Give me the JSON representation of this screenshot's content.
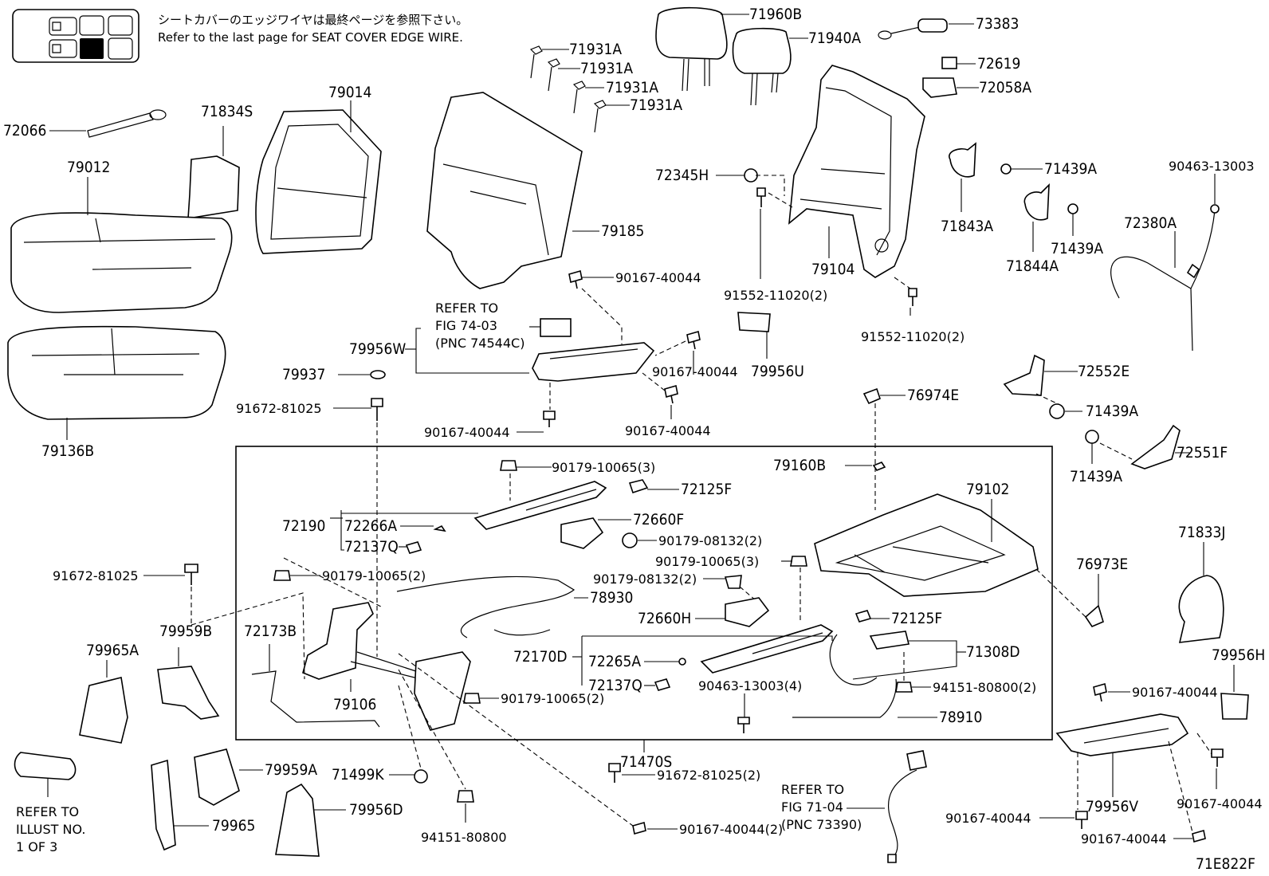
{
  "header": {
    "note_ja": "シートカバーのエッジワイヤは最終ページを参照下さい。",
    "note_en": "Refer to the last page for SEAT COVER EDGE WIRE."
  },
  "labels": {
    "l71960B": "71960B",
    "l71940A": "71940A",
    "l73383": "73383",
    "l72619": "72619",
    "l72058A": "72058A",
    "l71931A_1": "71931A",
    "l71931A_2": "71931A",
    "l71931A_3": "71931A",
    "l71931A_4": "71931A",
    "l79014": "79014",
    "l71834S": "71834S",
    "l72066": "72066",
    "l79012": "79012",
    "l79185": "79185",
    "l72345H": "72345H",
    "l71439A_1": "71439A",
    "l71843A": "71843A",
    "l71439A_2": "71439A",
    "l71844A": "71844A",
    "l90463_13003": "90463-13003",
    "l72380A": "72380A",
    "l79104": "79104",
    "l91552_1": "91552-11020(2)",
    "l91552_2": "91552-11020(2)",
    "l90167_a": "90167-40044",
    "l90167_b": "90167-40044",
    "l90167_c": "90167-40044",
    "l90167_d": "90167-40044",
    "l79956W": "79956W",
    "l79937": "79937",
    "l91672_a": "91672-81025",
    "l79136B": "79136B",
    "l79956U": "79956U",
    "l72552E": "72552E",
    "l76974E": "76974E",
    "l71439A_3": "71439A",
    "l71439A_4": "71439A",
    "l72551F": "72551F",
    "l90179_10065_3a": "90179-10065(3)",
    "l72125F_a": "72125F",
    "l79160B": "79160B",
    "l79102": "79102",
    "l72190": "72190",
    "l72266A": "72266A",
    "l72137Q_a": "72137Q",
    "l72660F": "72660F",
    "l90179_08132_a": "90179-08132(2)",
    "l90179_10065_3b": "90179-10065(3)",
    "l91672_b": "91672-81025",
    "l90179_10065_2a": "90179-10065(2)",
    "l90179_08132_b": "90179-08132(2)",
    "l78930": "78930",
    "l72660H": "72660H",
    "l72125F_b": "72125F",
    "l72173B": "72173B",
    "l72170D": "72170D",
    "l72265A": "72265A",
    "l72137Q_b": "72137Q",
    "l71308D": "71308D",
    "l90463_13003_4": "90463-13003(4)",
    "l94151_80800_2": "94151-80800(2)",
    "l79106": "79106",
    "l90179_10065_2b": "90179-10065(2)",
    "l78910": "78910",
    "l71833J": "71833J",
    "l76973E": "76973E",
    "l79959B": "79959B",
    "l79965A": "79965A",
    "l79956H": "79956H",
    "l90167_e": "90167-40044",
    "l90167_f": "90167-40044",
    "l79956V": "79956V",
    "l90167_g": "90167-40044",
    "l90167_h": "90167-40044",
    "l71470S": "71470S",
    "l91672_c": "91672-81025(2)",
    "l79959A": "79959A",
    "l71499K": "71499K",
    "l79965": "79965",
    "l79956D": "79956D",
    "l94151_80800": "94151-80800",
    "l90167_2": "90167-40044(2)"
  },
  "refs": {
    "ref_fig_74_line1": "REFER TO",
    "ref_fig_74_line2": "FIG 74-03",
    "ref_fig_74_line3": "(PNC 74544C)",
    "ref_fig_71_line1": "REFER TO",
    "ref_fig_71_line2": "FIG 71-04",
    "ref_fig_71_line3": "(PNC 73390)",
    "ref_illust_line1": "REFER TO",
    "ref_illust_line2": "ILLUST NO.",
    "ref_illust_line3": "1 OF 3"
  },
  "figure_code": "71E822F"
}
